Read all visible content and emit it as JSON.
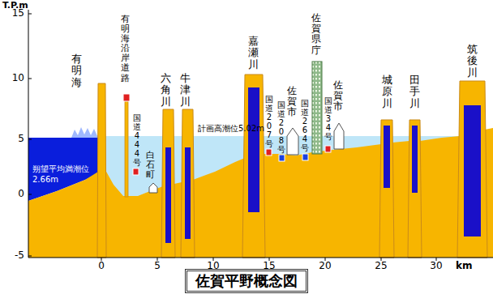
{
  "diagram": {
    "title": "佐賀平野概念図",
    "labels": [
      "T.P.m",
      "15",
      "10",
      "5",
      "0",
      "-5",
      "有明海",
      "有明海沿岸道路",
      "国道444号",
      "白石町",
      "六角川",
      "牛津川",
      "計画高潮位5.02m",
      "嘉瀬川",
      "国道207号",
      "佐賀市",
      "国道208号",
      "国道264号",
      "佐賀県庁",
      "佐賀市",
      "国道34号",
      "城原川",
      "田手川",
      "筑後川",
      "朔望平均満潮位",
      "2.66m",
      "0",
      "5",
      "10",
      "15",
      "20",
      "25",
      "30",
      "km"
    ]
  }
}
